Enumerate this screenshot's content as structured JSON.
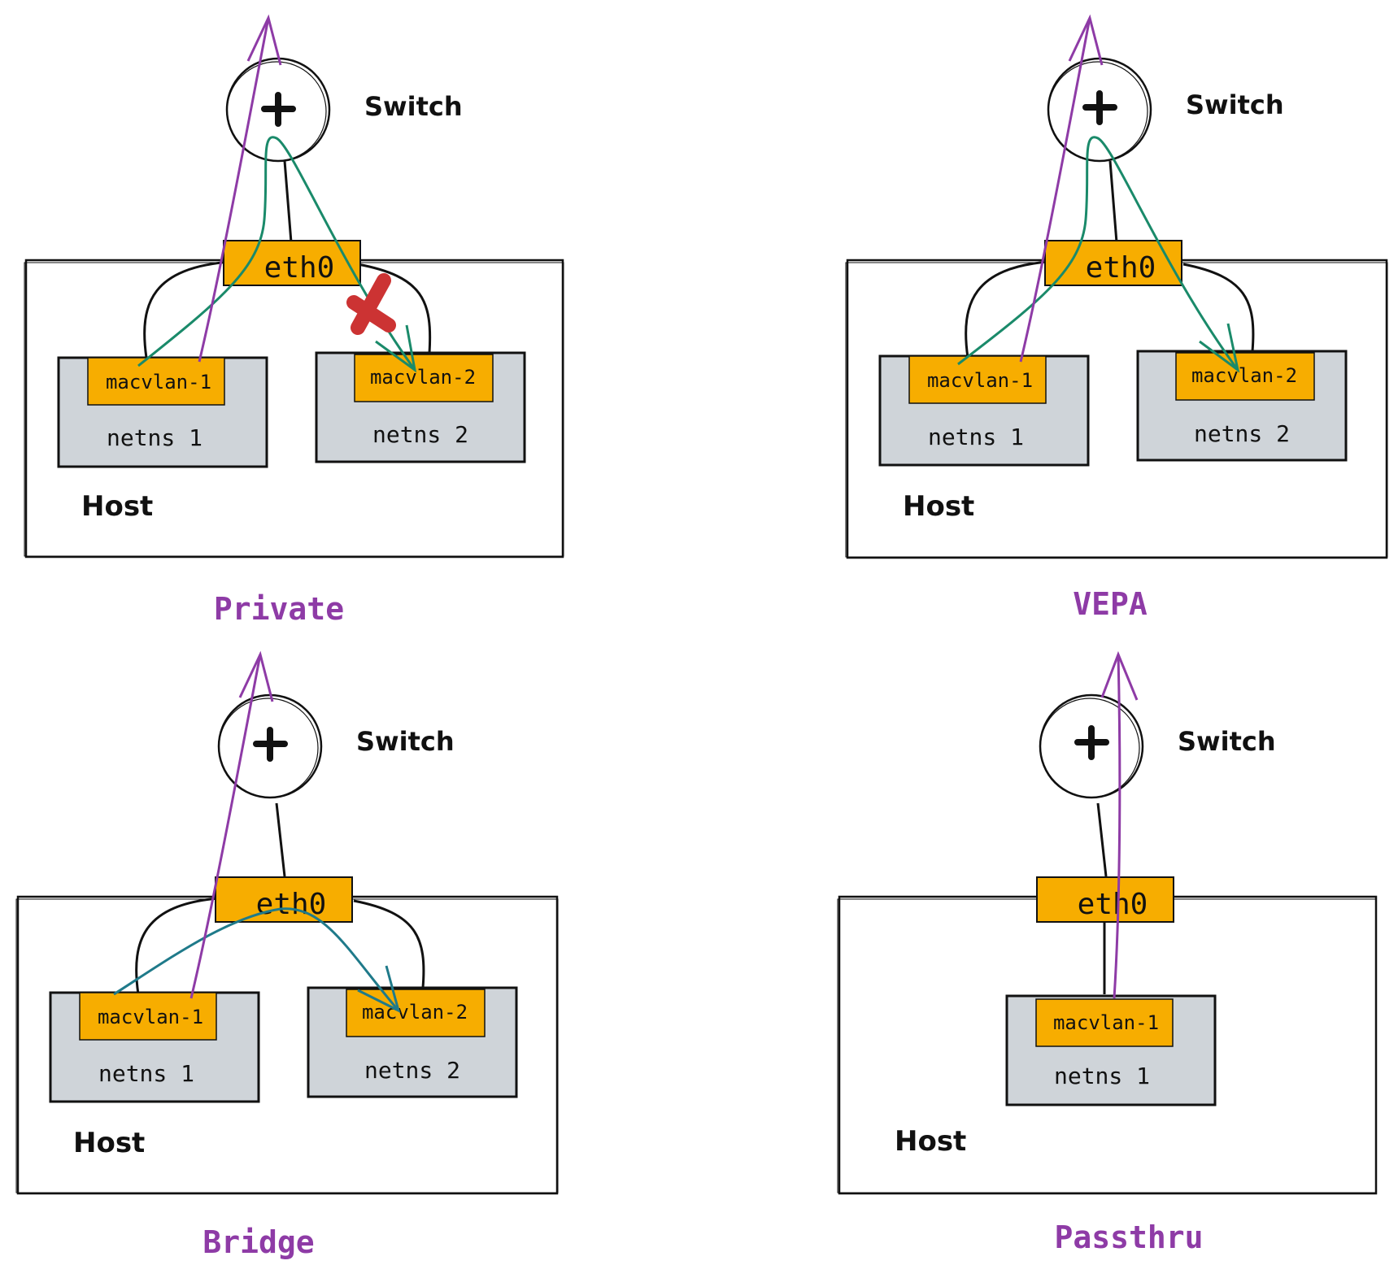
{
  "labels": {
    "switch": "Switch",
    "host": "Host",
    "eth0": "eth0",
    "macvlan1": "macvlan-1",
    "macvlan2": "macvlan-2",
    "netns1": "netns 1",
    "netns2": "netns 2"
  },
  "modes": [
    {
      "key": "private",
      "caption": "Private"
    },
    {
      "key": "vepa",
      "caption": "VEPA"
    },
    {
      "key": "bridge",
      "caption": "Bridge"
    },
    {
      "key": "passthru",
      "caption": "Passthru"
    }
  ],
  "colors": {
    "caption": "#8e3ba6",
    "upstream_arrow": "#8e3ba6",
    "local_arrow": "#1a8a6a",
    "bridge_arrow": "#1f7a8a",
    "interface_fill": "#f7ad00",
    "netns_fill": "#cfd4d9",
    "blocked_mark": "#cc3333",
    "stroke": "#111111"
  },
  "icons": {
    "switch": "switch-circle-plus-icon",
    "blocked": "red-cross-icon"
  }
}
